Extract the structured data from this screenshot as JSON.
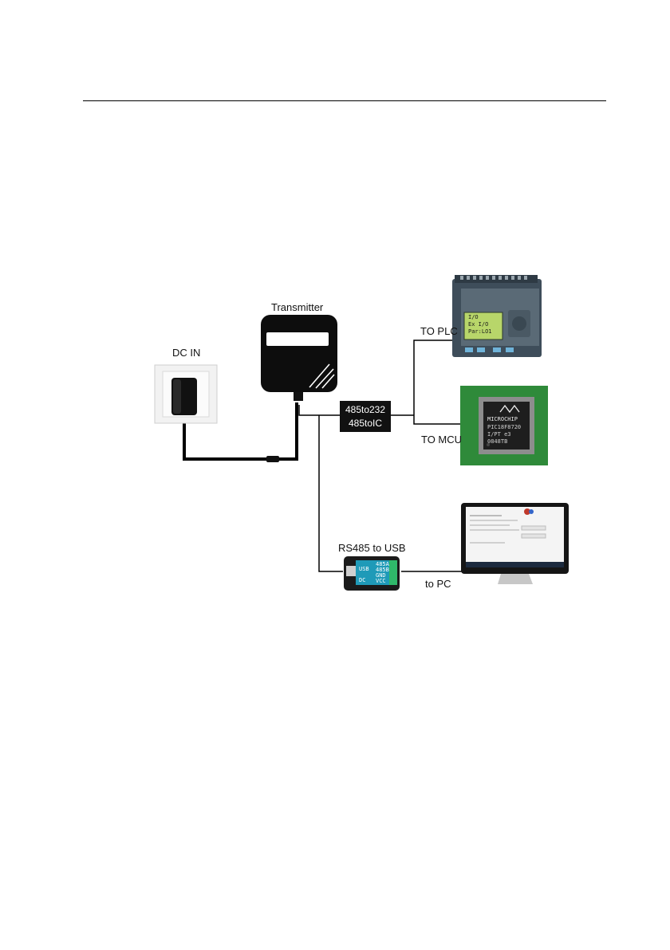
{
  "labels": {
    "transmitter": "Transmitter",
    "dc_in": "DC IN",
    "converter_line1": "485to232",
    "converter_line2": "485toIC",
    "to_plc": "TO PLC",
    "to_mcu": "TO MCU",
    "rs485_usb": "RS485 to USB",
    "to_pc": "to PC"
  },
  "device_text": {
    "plc_lcd_l1": "I/O",
    "plc_lcd_l2": "Ex I/O",
    "plc_lcd_l3": "Par:LO1",
    "mcu_brand": "MICROCHIP",
    "mcu_part": "PIC18F8720",
    "mcu_code": "I/PT e3",
    "mcu_lot": "0848TB",
    "usb_port": "USB",
    "usb_pins": [
      "485A",
      "485B",
      "GND",
      "VCC"
    ],
    "usb_dc": "DC"
  },
  "colors": {
    "line": "#000000",
    "converter_box": "#111111",
    "plc_body": "#3e4d5a",
    "plc_lcd": "#b8d66a",
    "pcb": "#2f8a3a",
    "chip": "#1e1e1e",
    "usb_module": "#1f9ab8",
    "monitor_bezel": "#151515"
  }
}
